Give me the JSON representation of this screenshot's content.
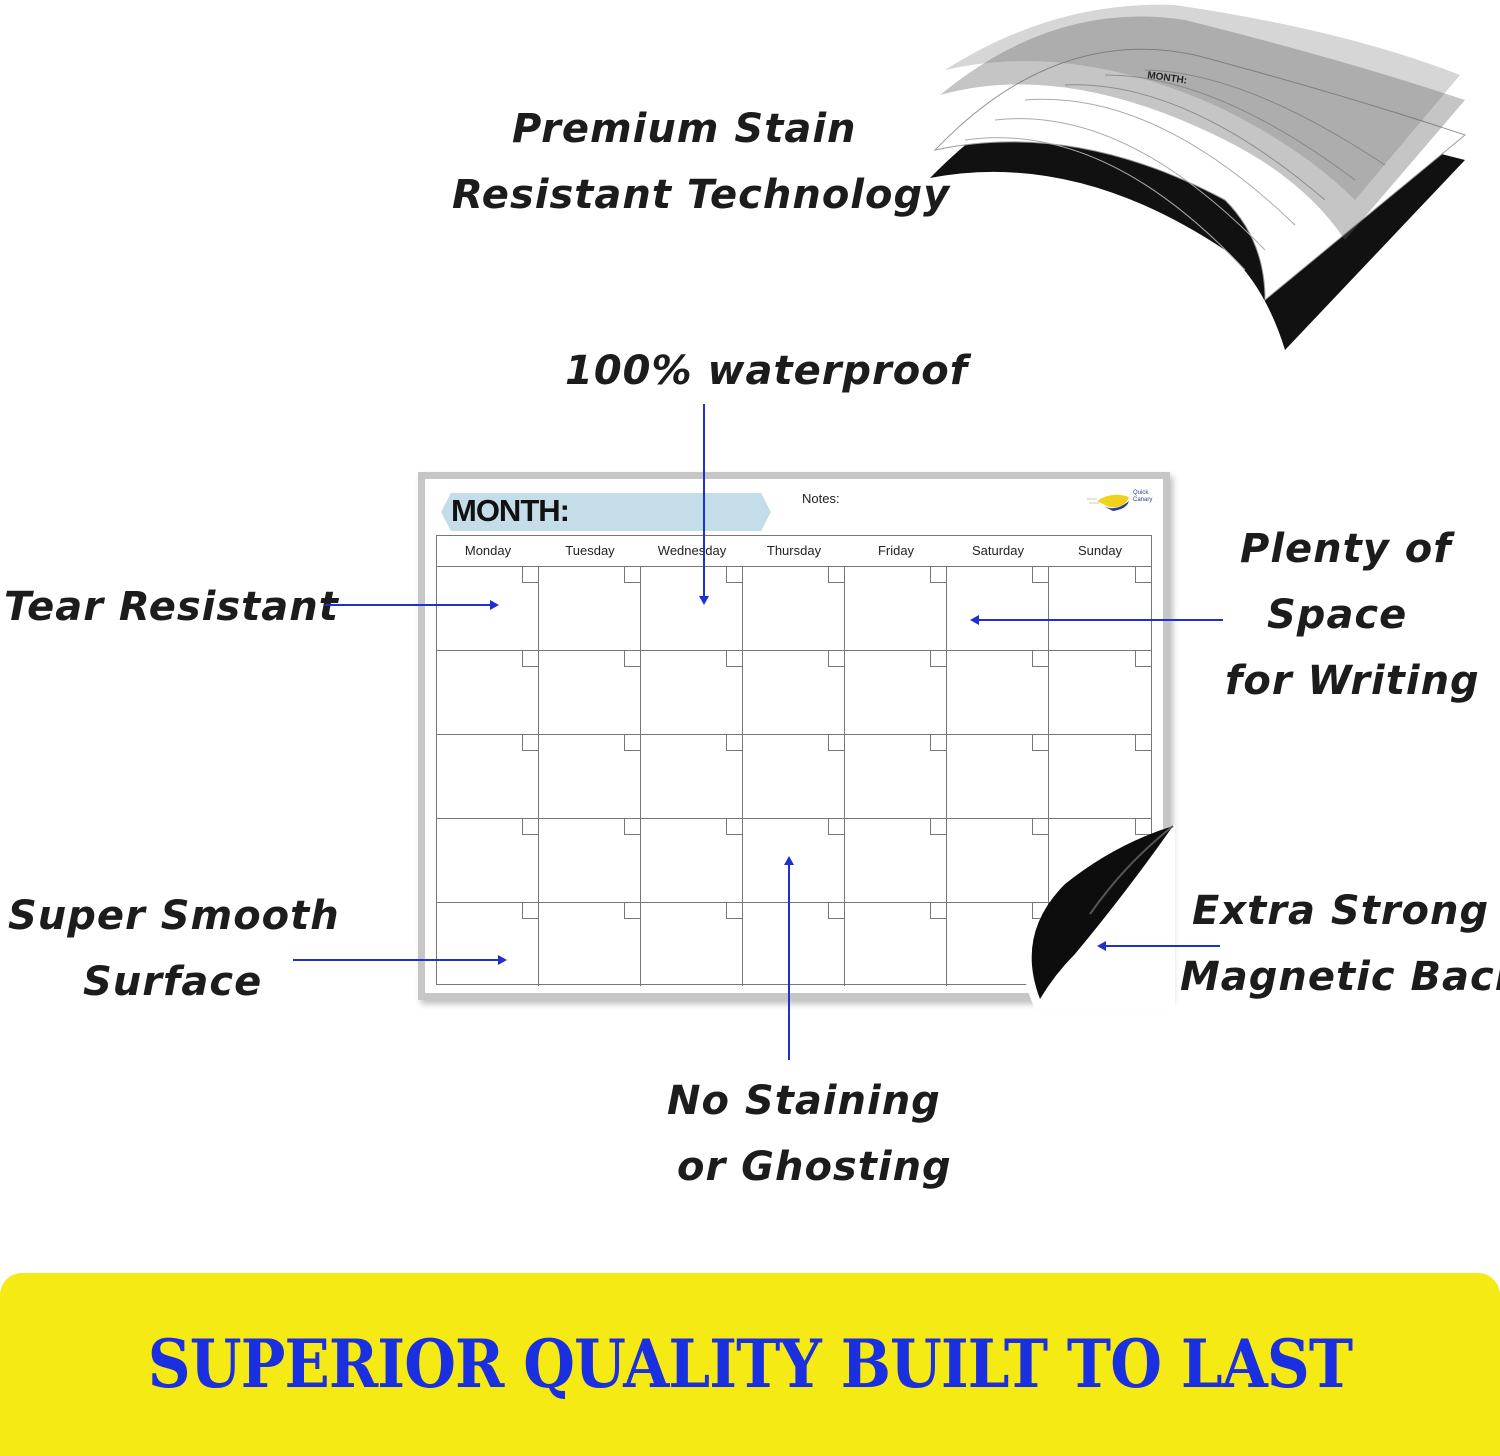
{
  "features": {
    "stain_resistant": [
      "Premium Stain",
      "Resistant Technology"
    ],
    "waterproof": [
      "100% waterproof"
    ],
    "tear_resistant": [
      "Tear Resistant"
    ],
    "space": [
      "Plenty of",
      "Space",
      "for Writing"
    ],
    "smooth": [
      "Super Smooth",
      "Surface"
    ],
    "magnetic": [
      "Extra Strong",
      "Magnetic Back"
    ],
    "no_staining": [
      "No Staining",
      "or Ghosting"
    ]
  },
  "calendar": {
    "month_label": "MONTH:",
    "notes_label": "Notes:",
    "logo_text": [
      "Quick",
      "Canary"
    ],
    "days": [
      "Monday",
      "Tuesday",
      "Wednesday",
      "Thursday",
      "Friday",
      "Saturday",
      "Sunday"
    ],
    "weeks": 5
  },
  "banner": {
    "text": "SUPERIOR QUALITY BUILT TO LAST"
  },
  "colors": {
    "arrow": "#1f2fd0",
    "banner_bg": "#f5ea14",
    "banner_text": "#1a2fe0",
    "month_banner": "#c5dde9"
  }
}
